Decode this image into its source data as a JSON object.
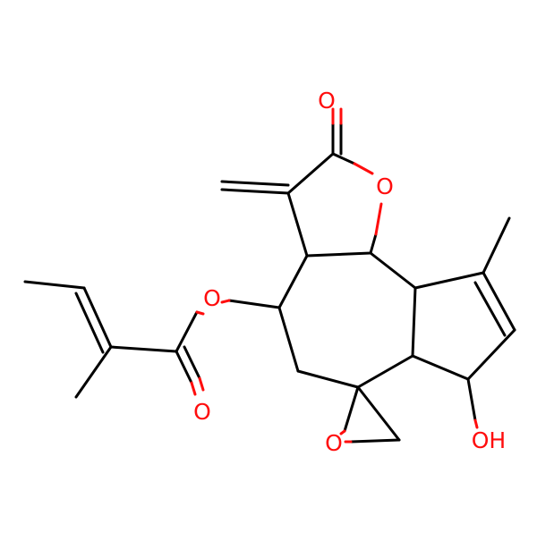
{
  "molecule": {
    "atom_labels": {
      "o_carbonyl_top": "O",
      "o_ring": "O",
      "o_ester": "O",
      "o_ester_carbonyl": "O",
      "o_epoxide": "O",
      "oh": "OH"
    },
    "colors": {
      "bond": "#000000",
      "oxygen": "#ff0d0d"
    }
  }
}
